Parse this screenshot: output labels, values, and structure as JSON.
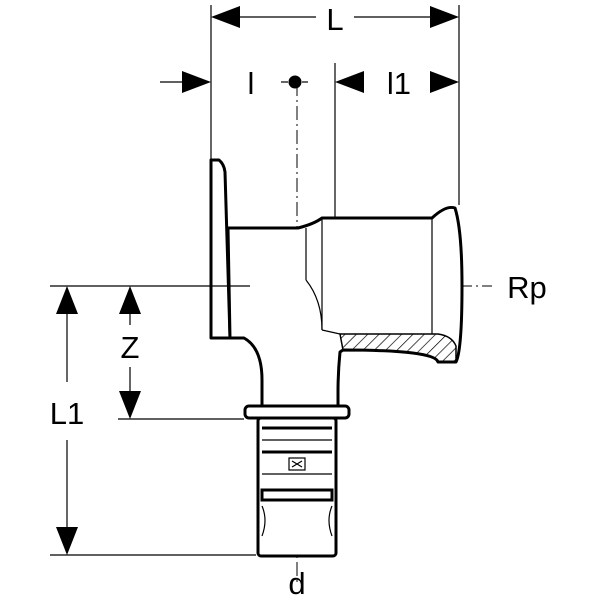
{
  "labels": {
    "L": "L",
    "l": "l",
    "l1": "l1",
    "Rp": "Rp",
    "Z": "Z",
    "L1": "L1",
    "d": "d"
  }
}
